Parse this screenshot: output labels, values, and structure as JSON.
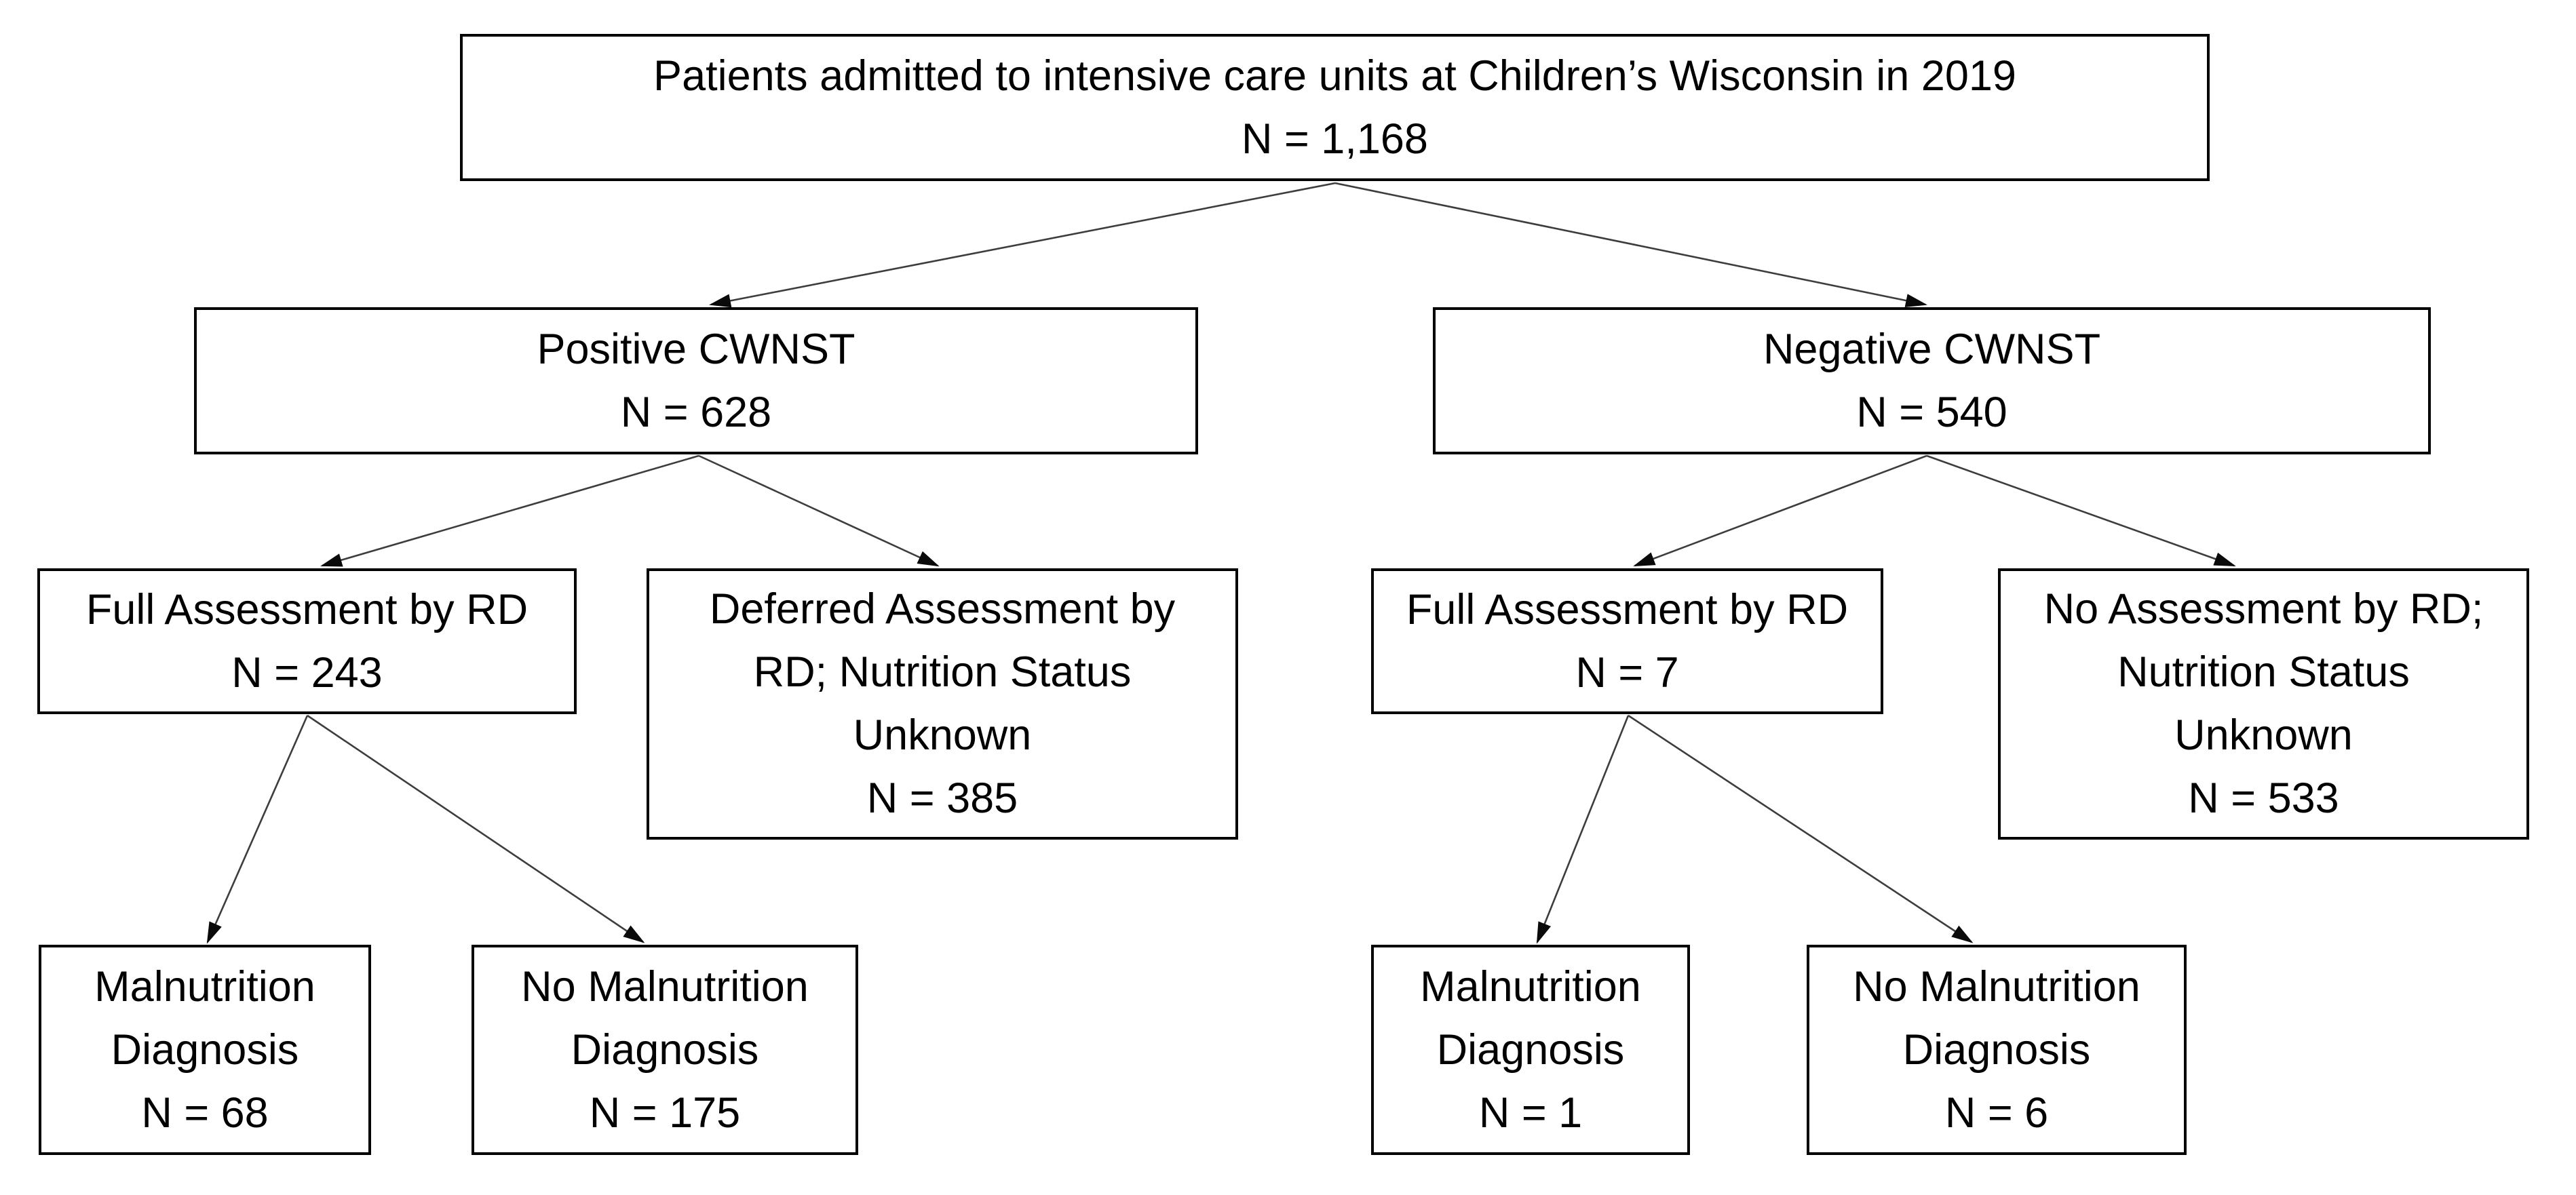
{
  "diagram": {
    "type": "flowchart",
    "background_color": "#ffffff",
    "box_border_color": "#000000",
    "text_color": "#000000",
    "connector_color": "#3d3d3d",
    "arrowhead_color": "#0a0a0a",
    "nodes": {
      "root": {
        "label": "Patients admitted to intensive care units at Children’s Wisconsin in 2019",
        "n_value": "1,168",
        "lines": [
          "Patients admitted to intensive care units at Children’s Wisconsin in 2019",
          "N = 1,168"
        ]
      },
      "positive": {
        "label": "Positive CWNST",
        "n_value": "628",
        "lines": [
          "Positive CWNST",
          "N = 628"
        ]
      },
      "negative": {
        "label": "Negative CWNST",
        "n_value": "540",
        "lines": [
          "Negative CWNST",
          "N = 540"
        ]
      },
      "pos_full": {
        "label": "Full Assessment by RD",
        "n_value": "243",
        "lines": [
          "Full Assessment by RD",
          "N = 243"
        ]
      },
      "pos_deferred": {
        "label": "Deferred Assessment by RD; Nutrition Status Unknown",
        "n_value": "385",
        "lines": [
          "Deferred Assessment by",
          "RD; Nutrition Status",
          "Unknown",
          "N = 385"
        ]
      },
      "neg_full": {
        "label": "Full Assessment by RD",
        "n_value": "7",
        "lines": [
          "Full Assessment by RD",
          "N = 7"
        ]
      },
      "neg_none": {
        "label": "No Assessment by RD; Nutrition Status Unknown",
        "n_value": "533",
        "lines": [
          "No Assessment by RD;",
          "Nutrition Status",
          "Unknown",
          "N = 533"
        ]
      },
      "pos_mal": {
        "label": "Malnutrition Diagnosis",
        "n_value": "68",
        "lines": [
          "Malnutrition",
          "Diagnosis",
          "N = 68"
        ]
      },
      "pos_nomal": {
        "label": "No Malnutrition Diagnosis",
        "n_value": "175",
        "lines": [
          "No Malnutrition",
          "Diagnosis",
          "N = 175"
        ]
      },
      "neg_mal": {
        "label": "Malnutrition Diagnosis",
        "n_value": "1",
        "lines": [
          "Malnutrition",
          "Diagnosis",
          "N = 1"
        ]
      },
      "neg_nomal": {
        "label": "No Malnutrition Diagnosis",
        "n_value": "6",
        "lines": [
          "No Malnutrition",
          "Diagnosis",
          "N = 6"
        ]
      }
    },
    "edges": [
      {
        "from": "root",
        "to": "positive"
      },
      {
        "from": "root",
        "to": "negative"
      },
      {
        "from": "positive",
        "to": "pos_full"
      },
      {
        "from": "positive",
        "to": "pos_deferred"
      },
      {
        "from": "negative",
        "to": "neg_full"
      },
      {
        "from": "negative",
        "to": "neg_none"
      },
      {
        "from": "pos_full",
        "to": "pos_mal"
      },
      {
        "from": "pos_full",
        "to": "pos_nomal"
      },
      {
        "from": "neg_full",
        "to": "neg_mal"
      },
      {
        "from": "neg_full",
        "to": "neg_nomal"
      }
    ]
  }
}
